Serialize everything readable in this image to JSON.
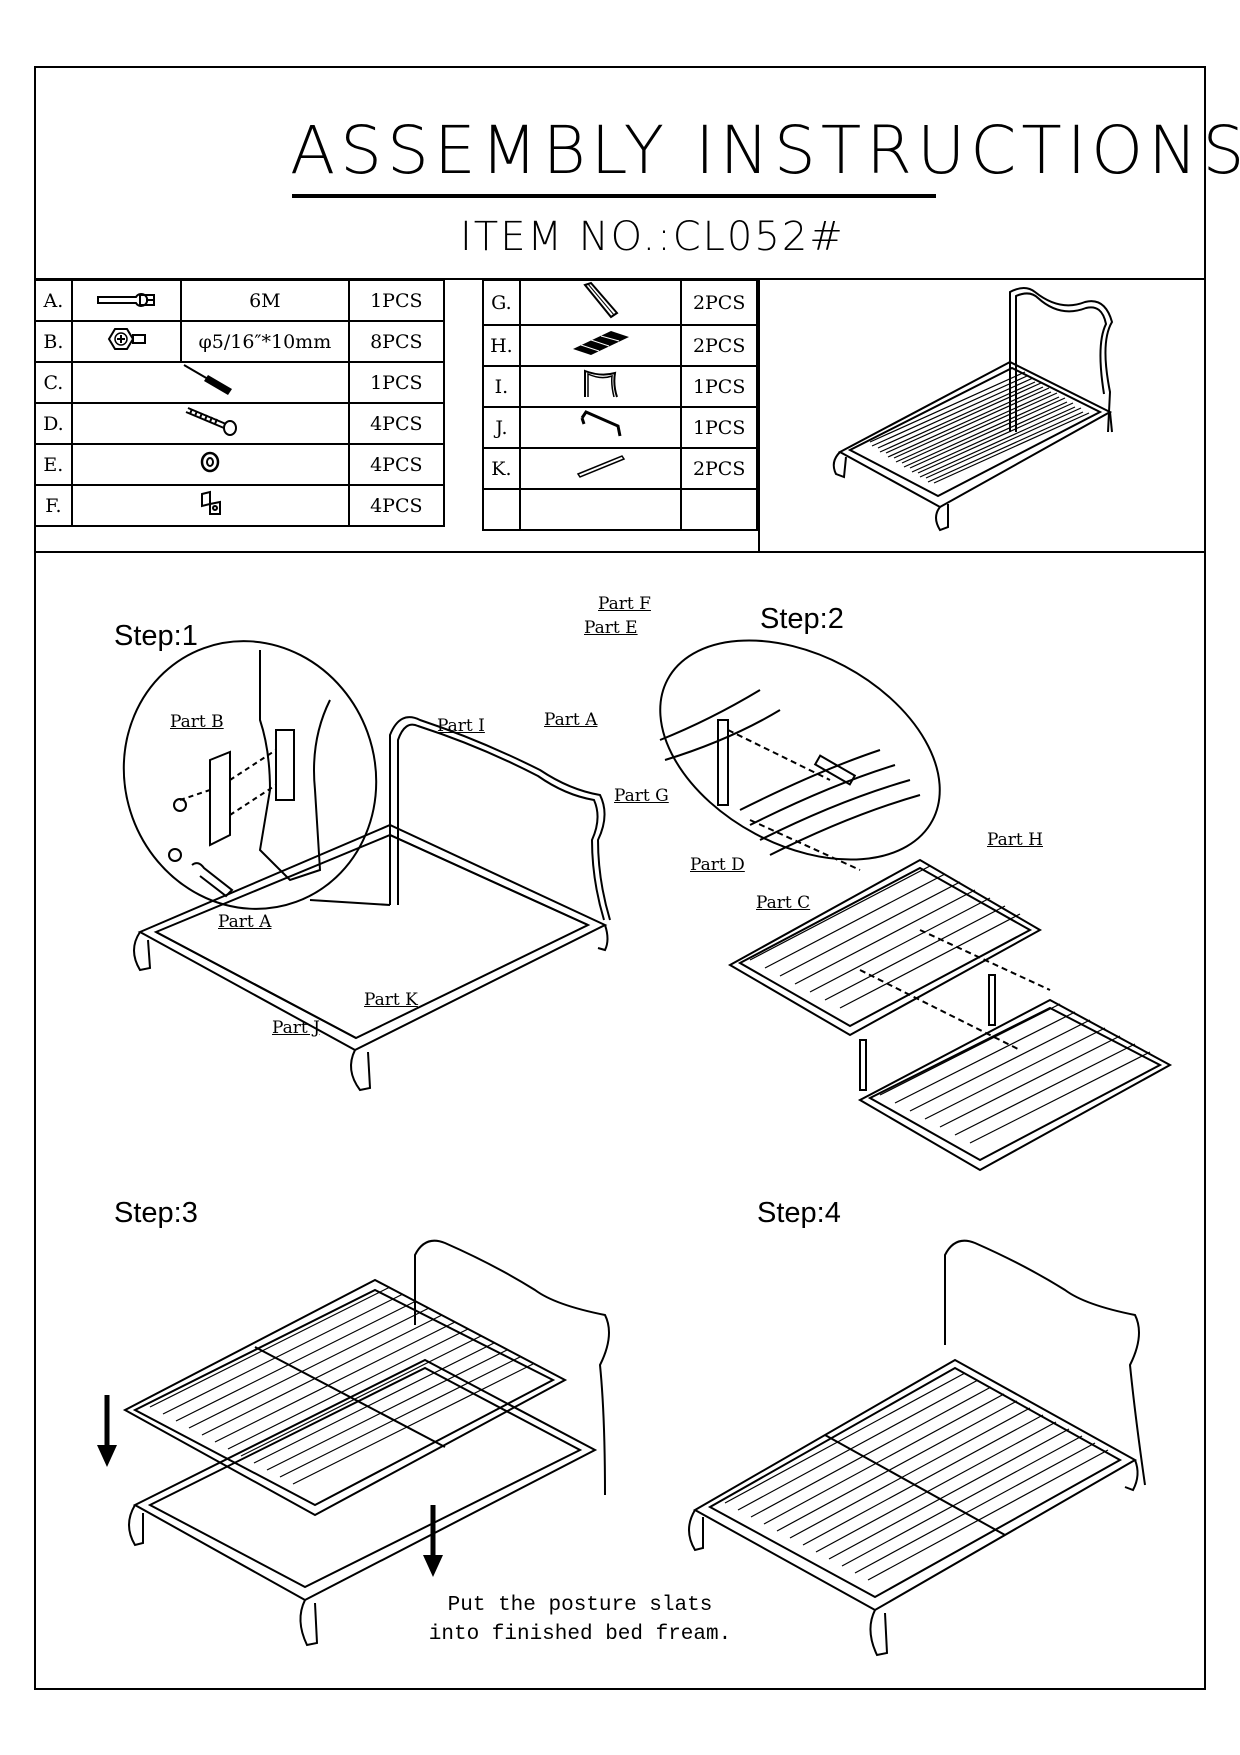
{
  "header": {
    "title": "ASSEMBLY INSTRUCTIONS",
    "item_no": "ITEM  NO.:CL052#"
  },
  "parts_left": [
    {
      "letter": "A.",
      "icon": "wrench-icon",
      "spec": "6M",
      "qty": "1PCS"
    },
    {
      "letter": "B.",
      "icon": "bolt-head-icon",
      "spec": "φ5/16″*10mm",
      "qty": "8PCS"
    },
    {
      "letter": "C.",
      "icon": "screwdriver-icon",
      "spec": "",
      "qty": "1PCS"
    },
    {
      "letter": "D.",
      "icon": "long-bolt-icon",
      "spec": "",
      "qty": "4PCS"
    },
    {
      "letter": "E.",
      "icon": "washer-icon",
      "spec": "",
      "qty": "4PCS"
    },
    {
      "letter": "F.",
      "icon": "bracket-icon",
      "spec": "",
      "qty": "4PCS"
    }
  ],
  "parts_right": [
    {
      "letter": "G.",
      "icon": "center-leg-icon",
      "qty": "2PCS"
    },
    {
      "letter": "H.",
      "icon": "slat-frame-icon",
      "qty": "2PCS"
    },
    {
      "letter": "I.",
      "icon": "headboard-icon",
      "qty": "1PCS"
    },
    {
      "letter": "J.",
      "icon": "footboard-rail-icon",
      "qty": "1PCS"
    },
    {
      "letter": "K.",
      "icon": "side-rail-icon",
      "qty": "2PCS"
    },
    {
      "letter": "",
      "icon": "",
      "qty": ""
    }
  ],
  "steps": {
    "step1": "Step:1",
    "step2": "Step:2",
    "step3": "Step:3",
    "step4": "Step:4"
  },
  "callouts": {
    "step1_part_b": "Part B",
    "step1_part_a": "Part A",
    "step1_part_i": "Part I",
    "step1_part_k": "Part K",
    "step1_part_j": "Part J",
    "step2_part_f": "Part F",
    "step2_part_e": "Part E",
    "step2_part_a": "Part A",
    "step2_part_g": "Part G",
    "step2_part_d": "Part D",
    "step2_part_c": "Part C",
    "step2_part_h": "Part H"
  },
  "note": {
    "line1": "Put the posture slats",
    "line2": "into finished bed fream."
  }
}
